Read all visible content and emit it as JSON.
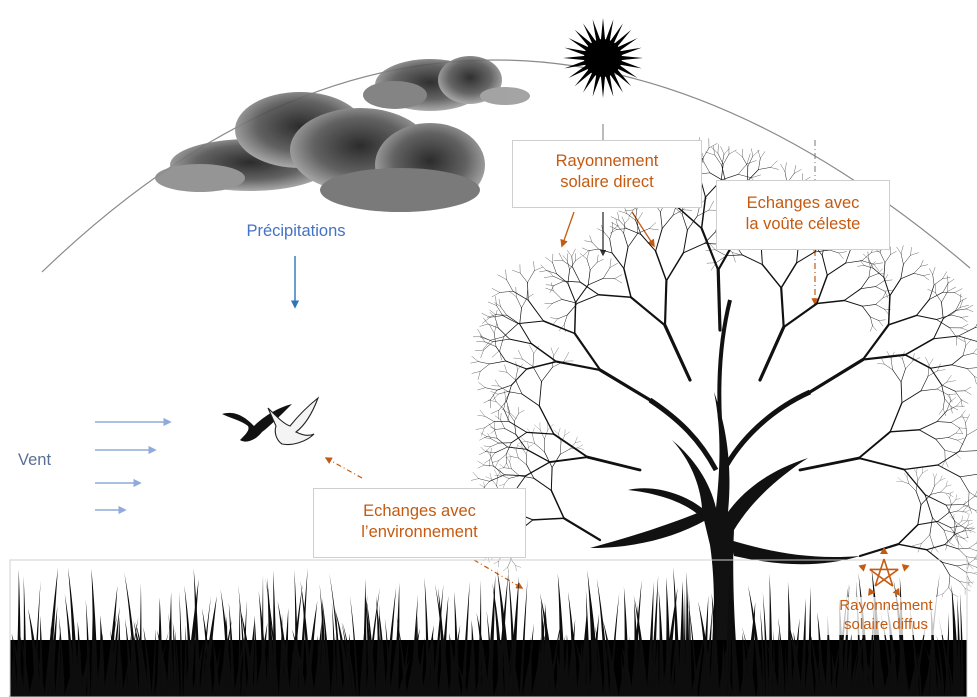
{
  "labels": {
    "direct_solar": [
      "Rayonnement",
      "solaire direct"
    ],
    "sky_exchange": [
      "Echanges avec",
      "la voûte céleste"
    ],
    "precipitation": "Précipitations",
    "wind": "Vent",
    "env_exchange": [
      "Echanges avec",
      "l’environnement"
    ],
    "diffuse_solar": [
      "Rayonnement",
      "solaire diffus"
    ]
  },
  "colors": {
    "solar": "#c55a11",
    "precipitation": "#2e75b6",
    "wind": "#8faadc",
    "silhouette": "#111111",
    "cloud": "#3c3c3c",
    "sky_dome": "#8a8a8a"
  }
}
